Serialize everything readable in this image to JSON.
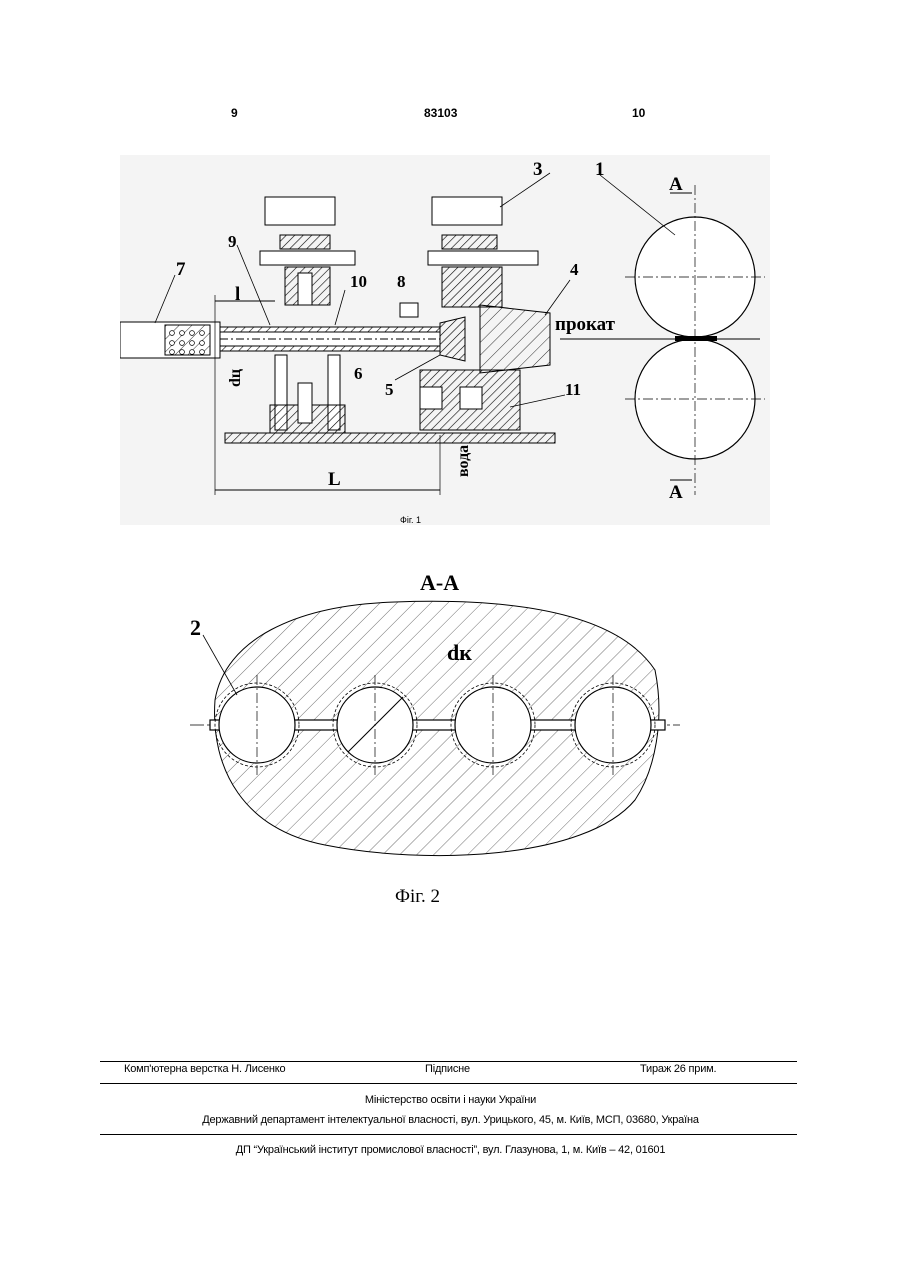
{
  "header": {
    "page_left": "9",
    "patent_number": "83103",
    "page_right": "10"
  },
  "figure1": {
    "caption": "Фіг. 1",
    "labels": {
      "n1": "1",
      "n3": "3",
      "n4": "4",
      "n5": "5",
      "n6": "6",
      "n7": "7",
      "n8": "8",
      "n9": "9",
      "n10": "10",
      "n11": "11",
      "section_a_top": "A",
      "section_a_bottom": "A",
      "l": "l",
      "dc": "dц",
      "L": "L",
      "prokat": "прокат",
      "voda": "вода"
    }
  },
  "figure2": {
    "section_title": "A-A",
    "caption": "Фіг. 2",
    "labels": {
      "n2": "2",
      "dk": "dк"
    }
  },
  "footer": {
    "typesetting": "Комп'ютерна верстка Н. Лисенко",
    "signed": "Підписне",
    "circulation": "Тираж 26 прим.",
    "ministry": "Міністерство освіти і науки України",
    "department": "Державний департамент інтелектуальної власності, вул. Урицького, 45, м. Київ, МСП, 03680, Україна",
    "institute": "ДП “Український інститут промислової власності”, вул. Глазунова, 1, м. Київ – 42, 01601"
  }
}
